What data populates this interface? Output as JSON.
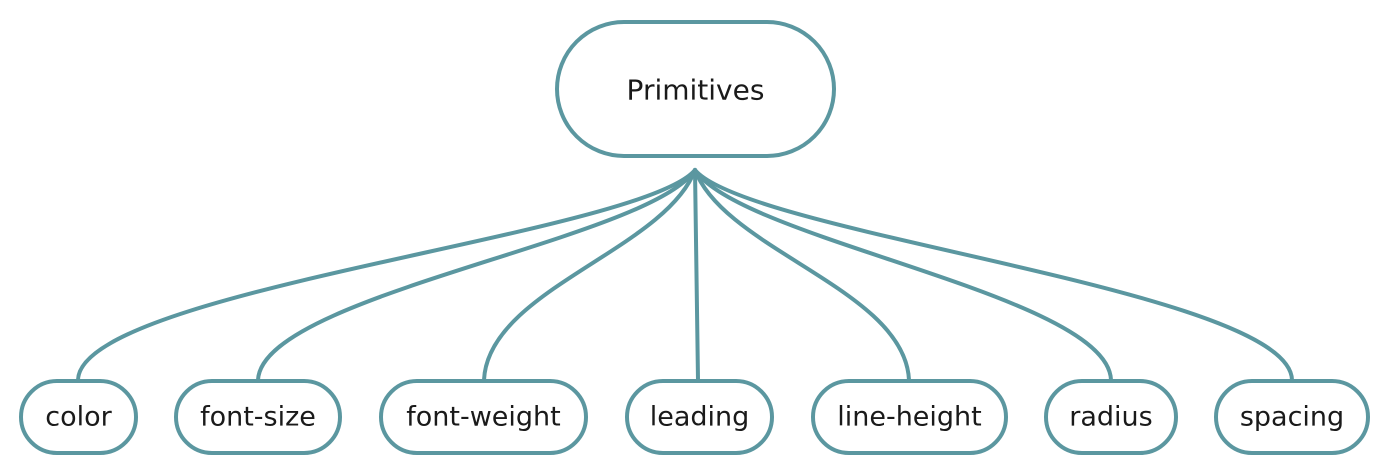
{
  "diagram": {
    "root": {
      "label": "Primitives"
    },
    "children": [
      {
        "id": "color",
        "label": "color"
      },
      {
        "id": "font-size",
        "label": "font-size"
      },
      {
        "id": "font-weight",
        "label": "font-weight"
      },
      {
        "id": "leading",
        "label": "leading"
      },
      {
        "id": "line-height",
        "label": "line-height"
      },
      {
        "id": "radius",
        "label": "radius"
      },
      {
        "id": "spacing",
        "label": "spacing"
      }
    ],
    "colors": {
      "stroke": "#5b97a0",
      "fill": "#ffffff",
      "text": "#1a1a1a"
    }
  }
}
